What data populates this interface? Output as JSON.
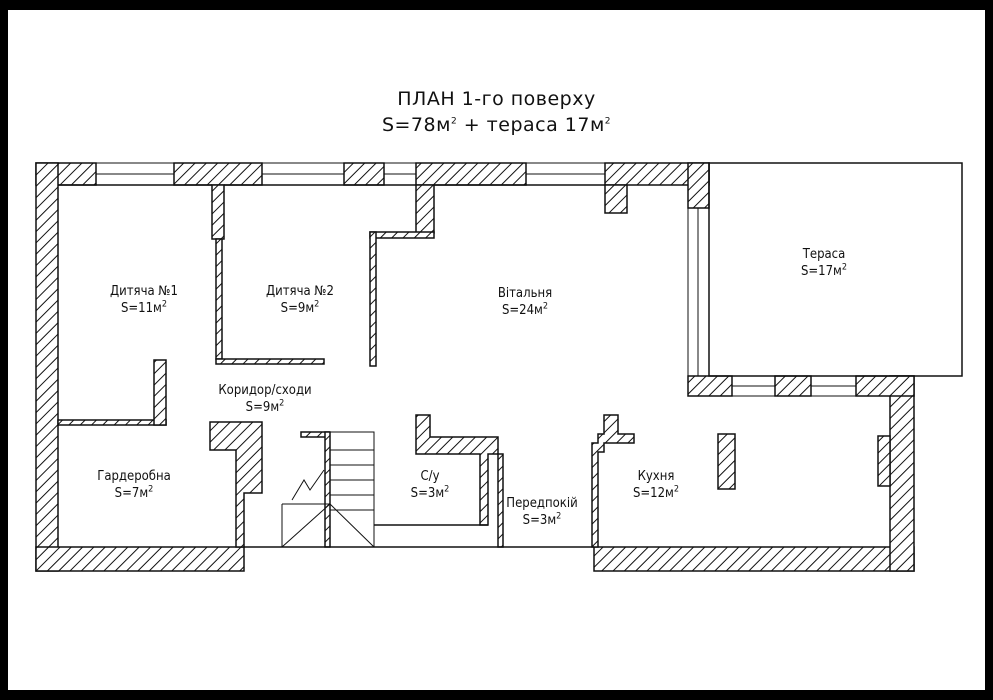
{
  "title": {
    "line1": "ПЛАН 1-го поверху",
    "line2_prefix": "S=78м",
    "line2_mid": " + тераса 17м",
    "exp": "2"
  },
  "rooms": [
    {
      "id": "kids1",
      "name": "Дитяча №1",
      "area": "S=11м"
    },
    {
      "id": "kids2",
      "name": "Дитяча №2",
      "area": "S=9м"
    },
    {
      "id": "living",
      "name": "Вітальня",
      "area": "S=24м"
    },
    {
      "id": "terrace",
      "name": "Тераса",
      "area": "S=17м"
    },
    {
      "id": "corridor",
      "name": "Коридор/сходи",
      "area": "S=9м"
    },
    {
      "id": "wardrobe",
      "name": "Гардеробна",
      "area": "S=7м"
    },
    {
      "id": "wc",
      "name": "С/у",
      "area": "S=3м"
    },
    {
      "id": "hall",
      "name": "Передпокій",
      "area": "S=3м"
    },
    {
      "id": "kitchen",
      "name": "Кухня",
      "area": "S=12м"
    }
  ],
  "exp": "2",
  "colors": {
    "background": "#ffffff",
    "frame": "#000000",
    "line": "#111111"
  }
}
